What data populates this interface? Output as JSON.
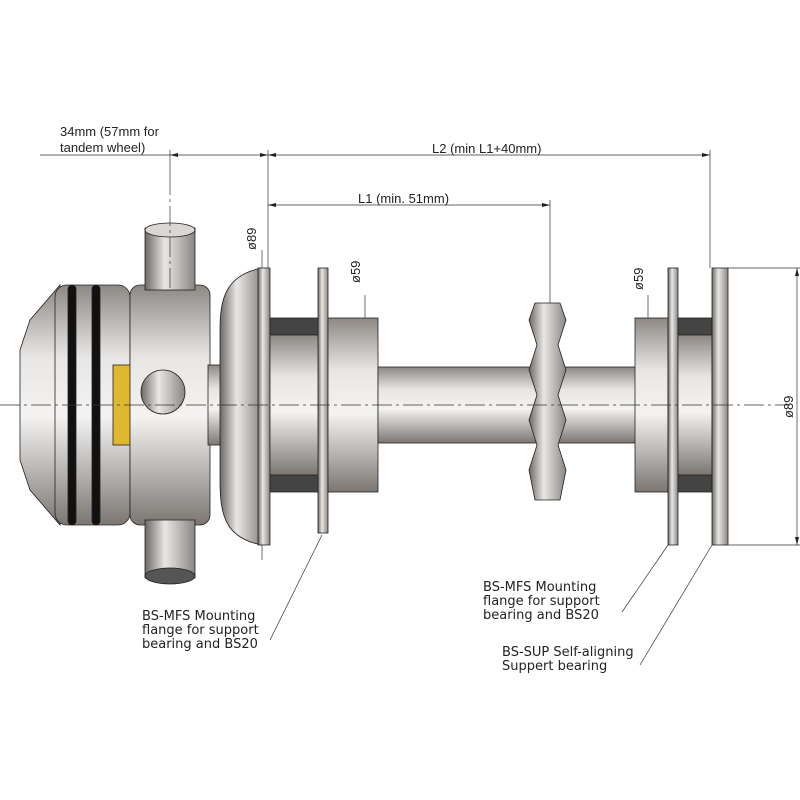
{
  "dimensions": {
    "offset": [
      "34mm (57mm for",
      "tandem wheel)"
    ],
    "l2": "L2 (min L1+40mm)",
    "l1": "L1 (min. 51mm)",
    "dia89_left": "ø89",
    "dia59_left": "ø59",
    "dia59_right": "ø59",
    "dia89_right": "ø89"
  },
  "callouts": {
    "left_flange": [
      "BS-MFS Mounting",
      "flange for support",
      "bearing and BS20"
    ],
    "right_flange": [
      "BS-MFS Mounting",
      "flange for support",
      "bearing and BS20"
    ],
    "bearing": [
      "BS-SUP Self-aligning",
      "Suppert bearing"
    ]
  },
  "colors": {
    "metal": "#c9c6c3",
    "dark": "#6e6a67",
    "nut": "#e0b830",
    "line": "#222222"
  }
}
